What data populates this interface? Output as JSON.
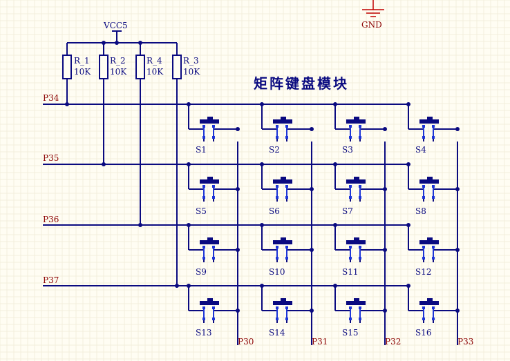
{
  "title": "矩阵键盘模块",
  "power": {
    "vcc": "VCC5",
    "gnd": "GND"
  },
  "resistors": [
    {
      "ref": "R_1",
      "value": "10K"
    },
    {
      "ref": "R_2",
      "value": "10K"
    },
    {
      "ref": "R_4",
      "value": "10K"
    },
    {
      "ref": "R_3",
      "value": "10K"
    }
  ],
  "row_nets": [
    "P34",
    "P35",
    "P36",
    "P37"
  ],
  "col_nets": [
    "P30",
    "P31",
    "P32",
    "P33"
  ],
  "switches": [
    "S1",
    "S2",
    "S3",
    "S4",
    "S5",
    "S6",
    "S7",
    "S8",
    "S9",
    "S10",
    "S11",
    "S12",
    "S13",
    "S14",
    "S15",
    "S16"
  ],
  "colors": {
    "wire": "#0a0a80",
    "pin": "#1d35d8",
    "net_label": "#8b0000",
    "background": "#fffdf3"
  }
}
